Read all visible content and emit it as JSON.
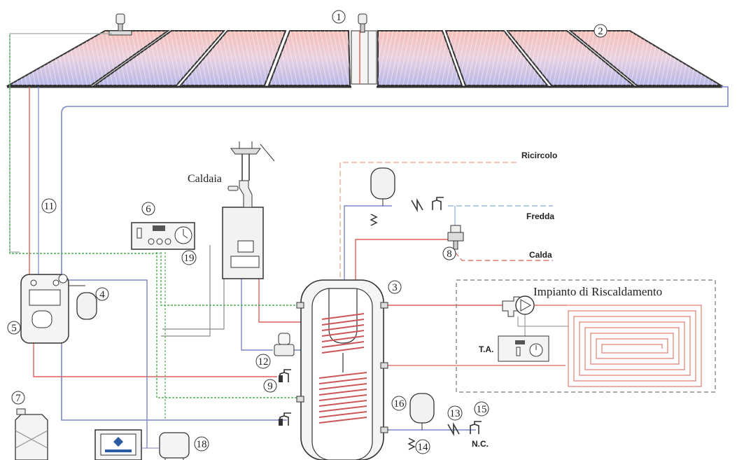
{
  "labels": {
    "ricircolo": "Ricircolo",
    "fredda": "Fredda",
    "calda": "Calda",
    "caldaia": "Caldaia",
    "impianto": "Impianto di Riscaldamento",
    "ta": "T.A.",
    "nc": "N.C."
  },
  "numbers": {
    "n1": "1",
    "n2": "2",
    "n3": "3",
    "n4": "4",
    "n5": "5",
    "n6": "6",
    "n7": "7",
    "n8": "8",
    "n9": "9",
    "n11": "11",
    "n12": "12",
    "n13": "13",
    "n14": "14",
    "n15": "15",
    "n16": "16",
    "n18": "18",
    "n19": "19"
  },
  "colors": {
    "hot": "#e0605a",
    "cold": "#7a86c8",
    "signal": "#4caf50",
    "recirc": "#f0a090",
    "line": "#333333"
  }
}
